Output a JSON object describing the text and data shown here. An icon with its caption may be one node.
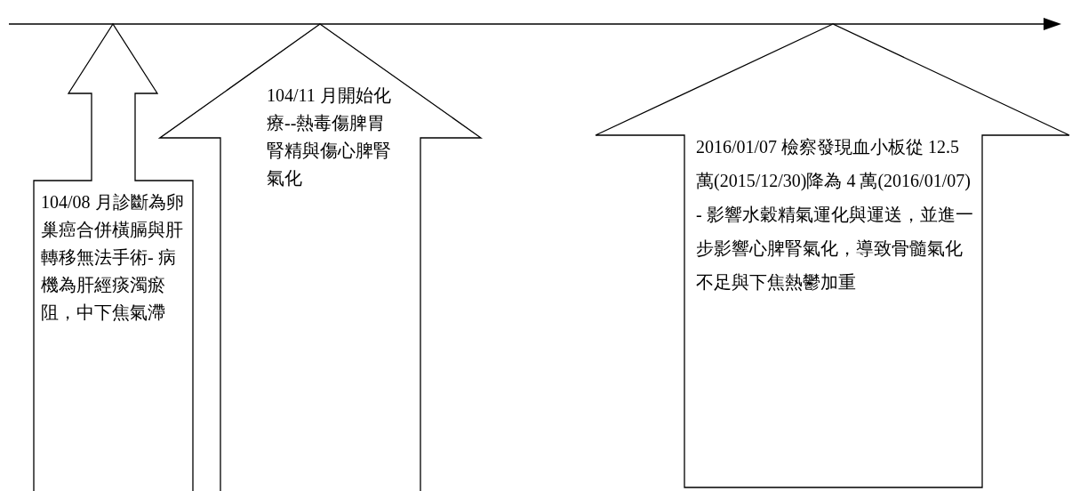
{
  "diagram": {
    "nodes": [
      {
        "text": [
          "104/08 月診斷為卵巢癌合併橫膈與肝轉移無法手術- 病機為肝經痰濁瘀阻，中下焦氣滯"
        ]
      },
      {
        "text": [
          "104/11 月開始化療--熱毒傷脾胃腎精與傷心脾腎氣化"
        ]
      },
      {
        "text": [
          "2016/01/07 檢察發現血小板從 12.5 萬(2015/12/30)降為 4 萬(2016/01/07)- 影響水穀精氣運化與運送，並進一步影響心脾腎氣化，導致骨髓氣化不足與下焦熱鬱加重"
        ]
      }
    ]
  }
}
